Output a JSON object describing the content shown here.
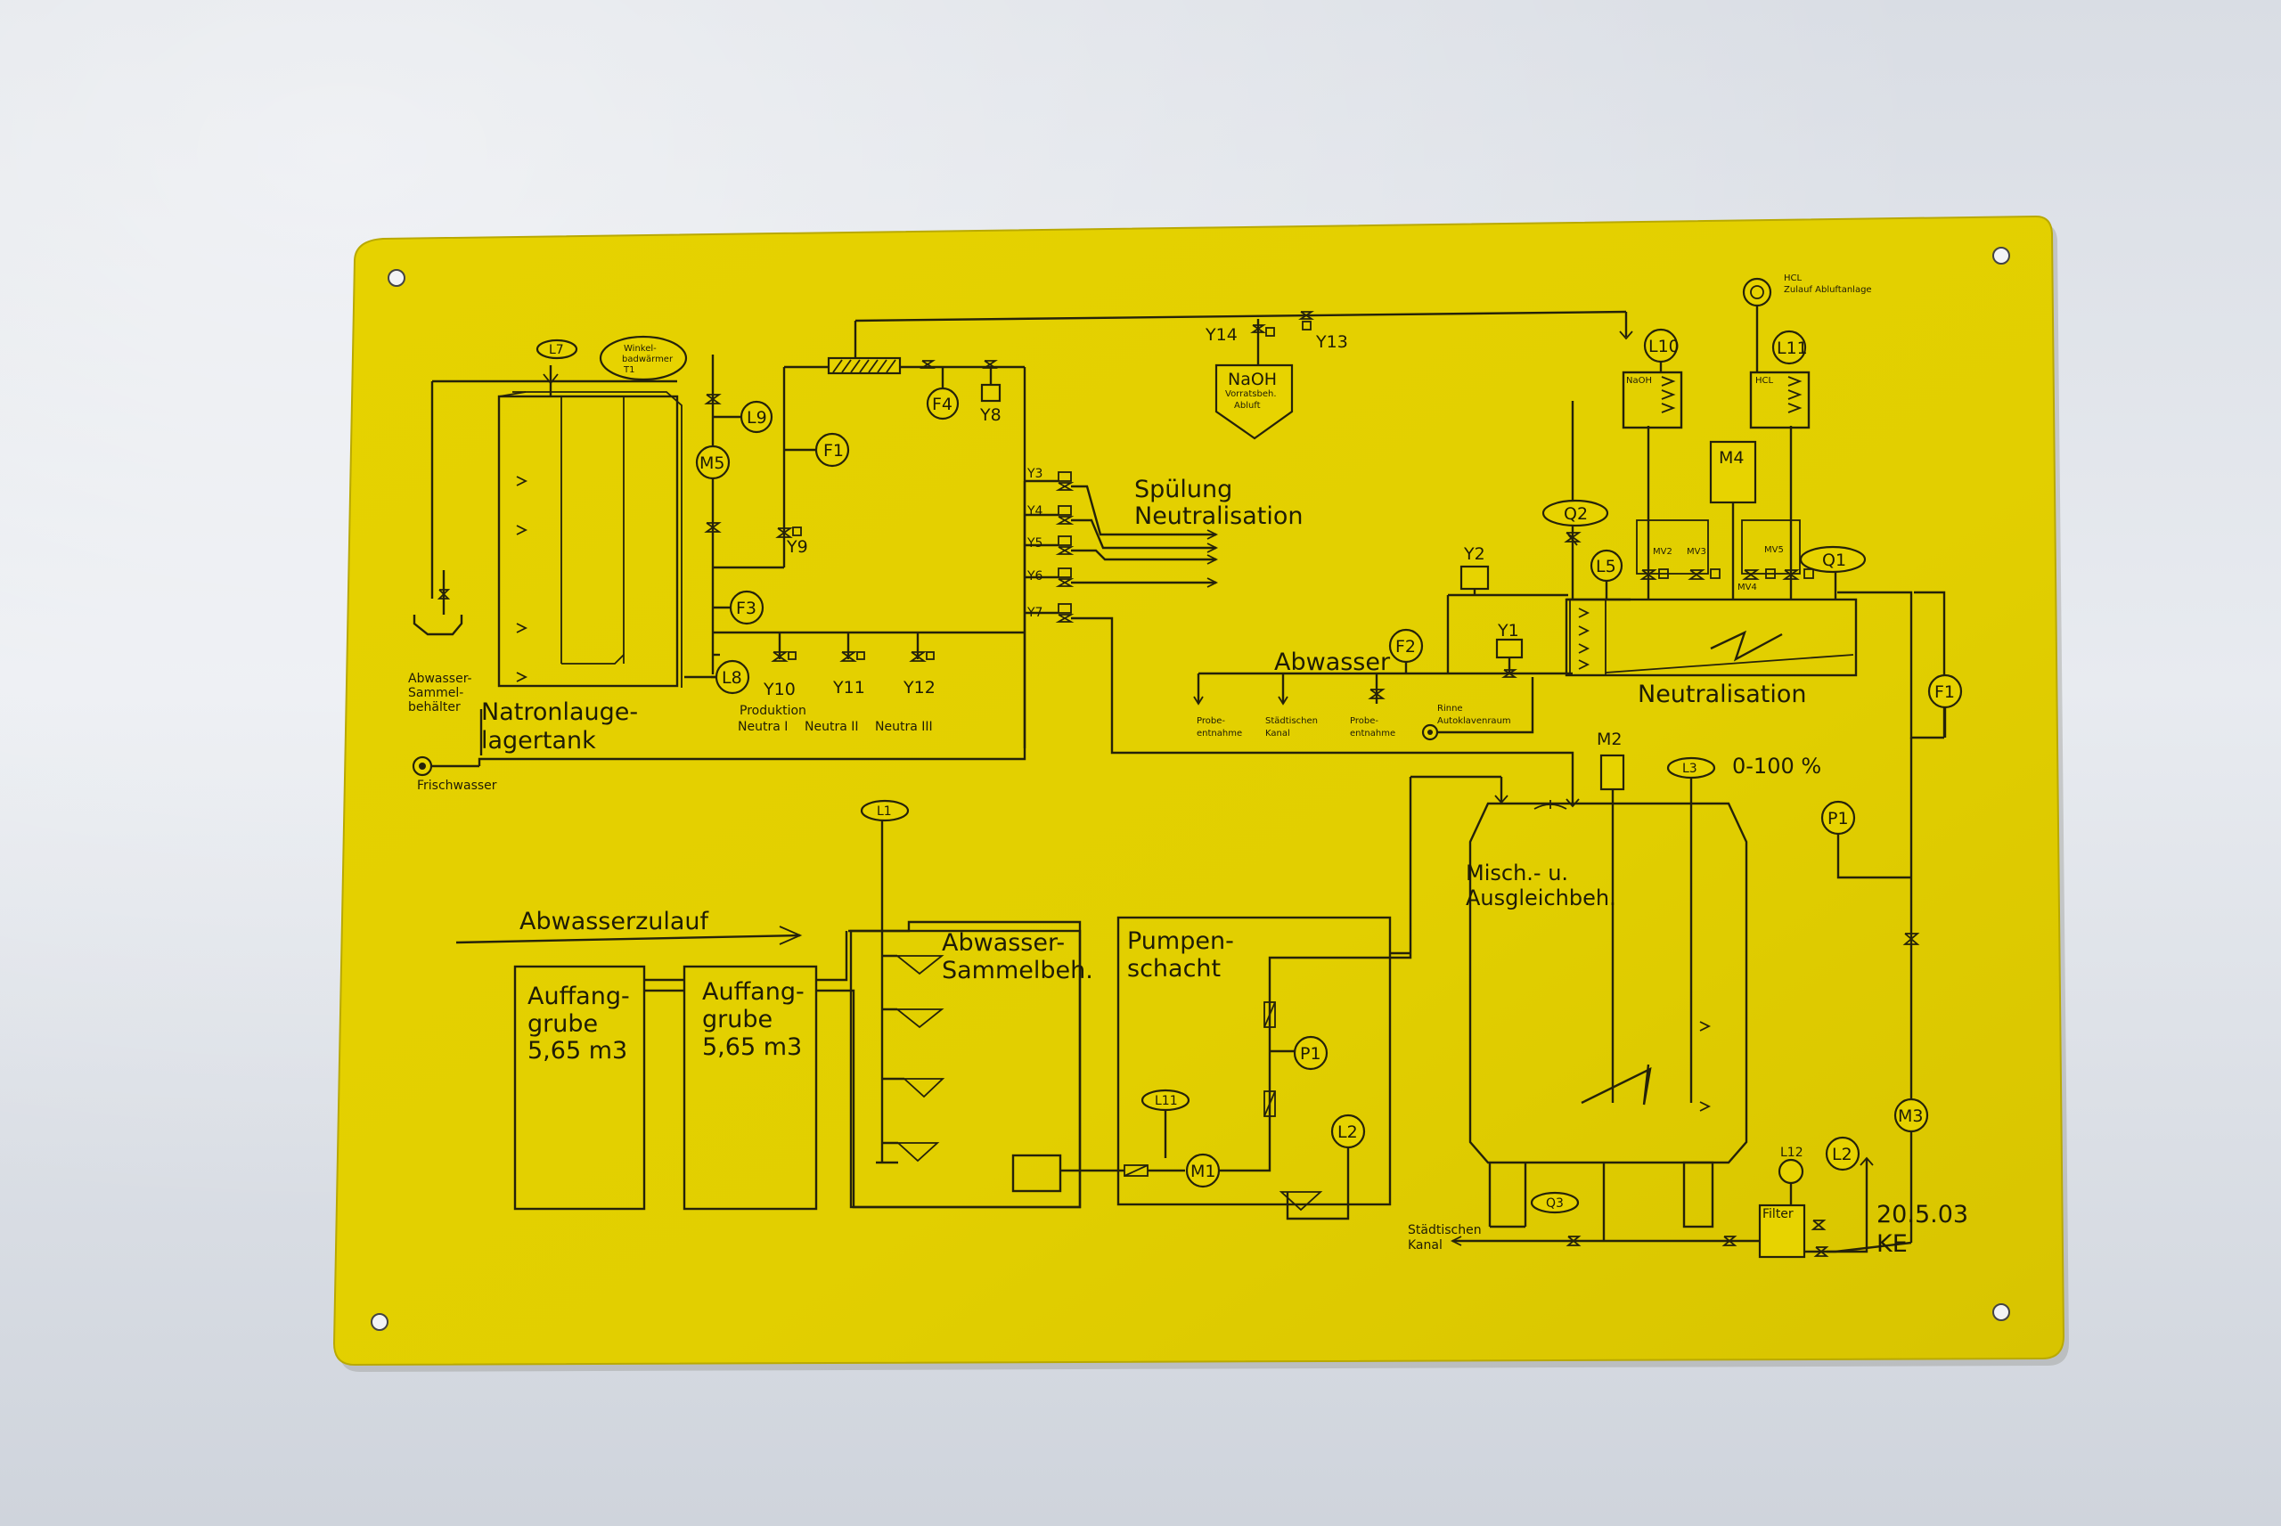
{
  "colors": {
    "plate": "#e4d000",
    "line": "#25220a",
    "background": "#dde1e7"
  },
  "labels": {
    "natronlauge_1": "Natronlauge-",
    "natronlauge_2": "lagertank",
    "abw_sammel_1": "Abwasser-",
    "abw_sammel_2": "Sammel-",
    "abw_sammel_3": "behälter",
    "frischwasser": "Frischwasser",
    "winkel_1": "Winkel-",
    "winkel_2": "badwärmer",
    "winkel_3": "T1",
    "naoh": "NaOH",
    "vorrat": "Vorratsbeh.",
    "abluft": "Abluft",
    "spuelung": "Spülung",
    "neutralisation_upper": "Neutralisation",
    "abwasser": "Abwasser",
    "neutralisation_basin": "Neutralisation",
    "produktion": "Produktion",
    "neutra_1": "Neutra  I",
    "neutra_2": "Neutra  II",
    "neutra_3": "Neutra  III",
    "probe_a1": "Probe-",
    "probe_a2": "entnahme",
    "staedt_1": "Städtischen",
    "staedt_2": "Kanal",
    "probe_b1": "Probe-",
    "probe_b2": "entnahme",
    "rinne_1": "Rinne",
    "rinne_2": "Autoklavenraum",
    "hcl": "HCL",
    "zulauf_abluft": "Zulauf Abluftanlage",
    "naoh_small": "NaOH",
    "hcl_small": "HCL",
    "abwasserzulauf": "Abwasserzulauf",
    "auffang1_1": "Auffang-",
    "auffang1_2": "grube",
    "auffang1_3": "5,65 m3",
    "auffang2_1": "Auffang-",
    "auffang2_2": "grube",
    "auffang2_3": "5,65 m3",
    "abw_sammelbeh_1": "Abwasser-",
    "abw_sammelbeh_2": "Sammelbeh.",
    "pumpen_1": "Pumpen-",
    "pumpen_2": "schacht",
    "misch_1": "Misch.- u.",
    "misch_2": "Ausgleichbeh.",
    "range": "0-100  %",
    "kanal_bottom_1": "Städtischen",
    "kanal_bottom_2": "Kanal",
    "filter": "Filter",
    "date": "20.5.03",
    "initials": "KE"
  },
  "tags": {
    "L7": "L7",
    "L9": "L9",
    "M5": "M5",
    "F1a": "F1",
    "F4": "F4",
    "Y8": "Y8",
    "Y9": "Y9",
    "F3": "F3",
    "L8": "L8",
    "Y10": "Y10",
    "Y11": "Y11",
    "Y12": "Y12",
    "Y3": "Y3",
    "Y4": "Y4",
    "Y5": "Y5",
    "Y6": "Y6",
    "Y7": "Y7",
    "Y14": "Y14",
    "Y13": "Y13",
    "L10": "L10",
    "L11a": "L11",
    "M4": "M4",
    "Q2": "Q2",
    "L5": "L5",
    "Y2": "Y2",
    "Y1": "Y1",
    "Q1": "Q1",
    "F2": "F2",
    "MV2": "MV2",
    "MV3": "MV3",
    "MV4": "MV4",
    "MV5": "MV5",
    "F1b": "F1",
    "P1a": "P1",
    "M2": "M2",
    "L3": "L3",
    "L1": "L1",
    "P1b": "P1",
    "L2a": "L2",
    "L11b": "L11",
    "M1": "M1",
    "Q3": "Q3",
    "L12": "L12",
    "L2b": "L2",
    "M3": "M3"
  }
}
